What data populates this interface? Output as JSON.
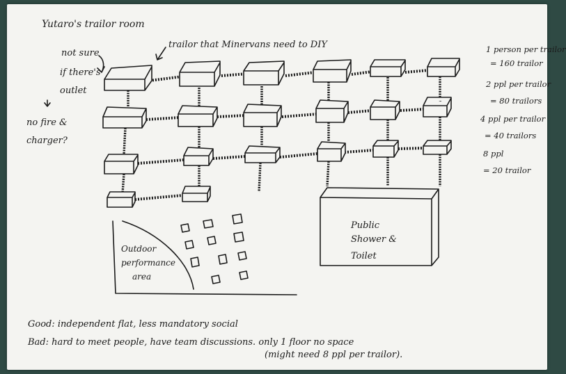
{
  "title": "Yutaro's trailor room",
  "annotations": {
    "not_sure_1": "not sure",
    "not_sure_2": "if there's",
    "not_sure_3": "outlet",
    "no_fire_1": "no fire &",
    "no_fire_2": "charger?",
    "trailor_note": "trailor that Minervans need to DIY"
  },
  "calculations": [
    "1 person per trailor",
    "= 160 trailor",
    "2 ppl per trailor",
    "= 80 trailors",
    "4 ppl per trailor",
    "= 40 trailors",
    "8 ppl",
    "= 20 trailor"
  ],
  "areas": {
    "outdoor_1": "Outdoor",
    "outdoor_2": "performance",
    "outdoor_3": "area",
    "shower_1": "Public",
    "shower_2": "Shower &",
    "shower_3": "Toilet"
  },
  "notes": {
    "good": "Good: independent flat, less mandatory social",
    "bad": "Bad: hard to meet people, have team discussions. only 1 floor no space",
    "bad_sub": "(might need 8 ppl per trailor)."
  }
}
